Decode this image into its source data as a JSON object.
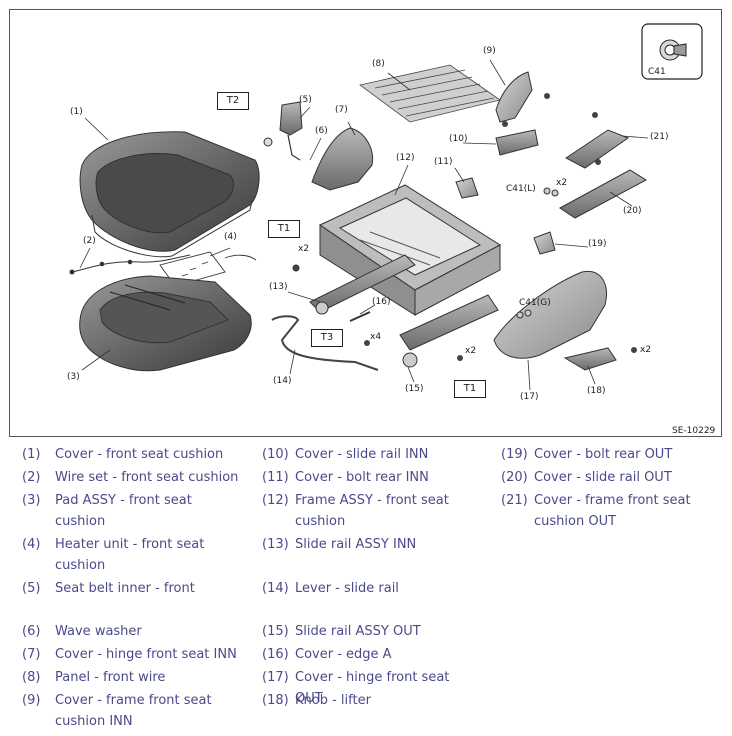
{
  "figure": {
    "diagram_id": "SE-10229",
    "inset_label": "C41",
    "callouts": {
      "c1": "(1)",
      "c2": "(2)",
      "c3": "(3)",
      "c4": "(4)",
      "c5": "(5)",
      "c6": "(6)",
      "c7": "(7)",
      "c8": "(8)",
      "c9": "(9)",
      "c10": "(10)",
      "c11": "(11)",
      "c12": "(12)",
      "c13": "(13)",
      "c14": "(14)",
      "c15": "(15)",
      "c16": "(16)",
      "c17": "(17)",
      "c18": "(18)",
      "c19": "(19)",
      "c20": "(20)",
      "c21": "(21)"
    },
    "torque_tags": {
      "t2": "T2",
      "t1a": "T1",
      "t1b": "T1",
      "t3": "T3"
    },
    "quantities": {
      "q1": "x2",
      "q2": "x2",
      "q3": "x4",
      "q4": "x2",
      "q5": "x2"
    },
    "clip_labels": {
      "c41l": "C41(L)",
      "c41g": "C41(G)"
    }
  },
  "legend": [
    {
      "num": "(1)",
      "text": "Cover - front seat cushion"
    },
    {
      "num": "(2)",
      "text": "Wire set - front seat cushion"
    },
    {
      "num": "(3)",
      "text": "Pad ASSY - front seat cushion"
    },
    {
      "num": "(4)",
      "text": "Heater unit - front seat cushion"
    },
    {
      "num": "(5)",
      "text": "Seat belt inner - front"
    },
    {
      "num": "(6)",
      "text": "Wave washer"
    },
    {
      "num": "(7)",
      "text": "Cover - hinge front seat INN"
    },
    {
      "num": "(8)",
      "text": "Panel - front wire"
    },
    {
      "num": "(9)",
      "text": "Cover - frame front seat cushion INN"
    },
    {
      "num": "(10)",
      "text": "Cover - slide rail INN"
    },
    {
      "num": "(11)",
      "text": "Cover - bolt rear INN"
    },
    {
      "num": "(12)",
      "text": "Frame ASSY - front seat cushion"
    },
    {
      "num": "(13)",
      "text": "Slide rail ASSY INN"
    },
    {
      "num": "(14)",
      "text": "Lever - slide rail"
    },
    {
      "num": "(15)",
      "text": "Slide rail ASSY OUT"
    },
    {
      "num": "(16)",
      "text": "Cover - edge A"
    },
    {
      "num": "(17)",
      "text": "Cover - hinge front seat OUT"
    },
    {
      "num": "(18)",
      "text": "Knob - lifter"
    },
    {
      "num": "(19)",
      "text": "Cover - bolt rear OUT"
    },
    {
      "num": "(20)",
      "text": "Cover - slide rail OUT"
    },
    {
      "num": "(21)",
      "text": "Cover - frame front seat cushion OUT"
    }
  ]
}
